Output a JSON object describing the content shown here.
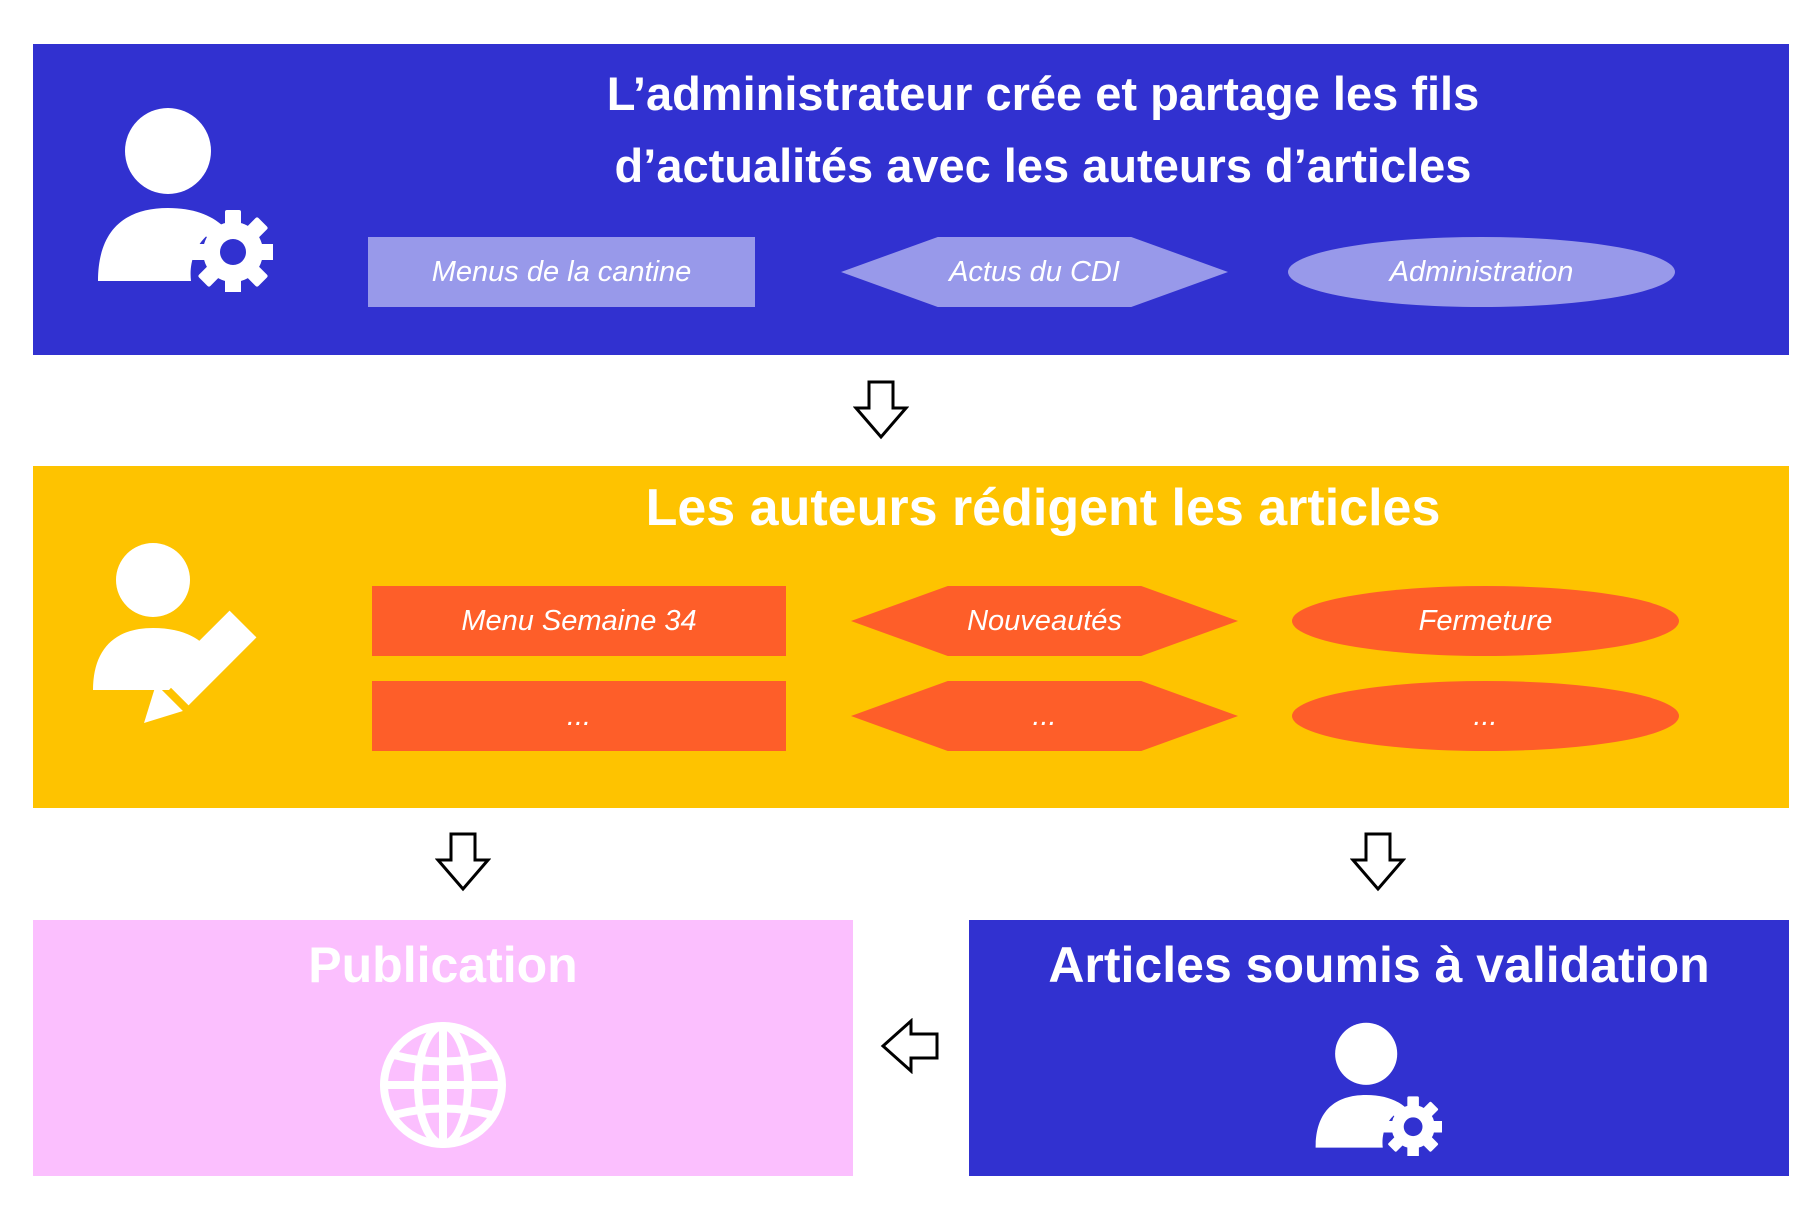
{
  "admin": {
    "title_line1": "L’administrateur crée et partage les fils",
    "title_line2": "d’actualités avec les auteurs d’articles",
    "feeds": [
      "Menus de la cantine",
      "Actus du CDI",
      "Administration"
    ],
    "icon": "admin-user-gear-icon"
  },
  "authors": {
    "title": "Les auteurs rédigent les articles",
    "articles_row1": [
      "Menu Semaine 34",
      "Nouveautés",
      "Fermeture"
    ],
    "articles_row2": [
      "...",
      "...",
      "..."
    ],
    "icon": "author-user-pencil-icon"
  },
  "publication": {
    "title": "Publication",
    "icon": "globe-icon"
  },
  "validation": {
    "title": "Articles soumis à validation",
    "icon": "admin-user-gear-icon"
  },
  "colors": {
    "blue": "#3131d0",
    "yellow": "#fec300",
    "pink": "#fbbffe",
    "lavender": "#9899ea",
    "orange": "#fe5e29"
  }
}
